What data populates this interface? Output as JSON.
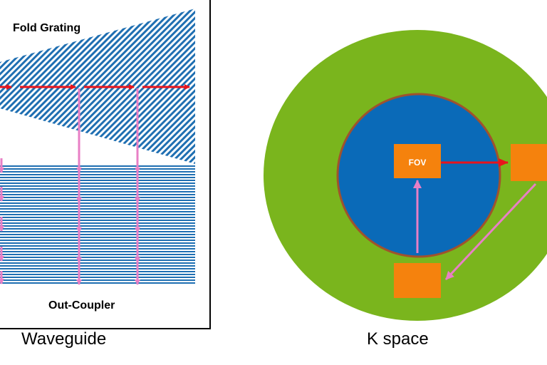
{
  "waveguide": {
    "fold_grating_label": "Fold Grating",
    "out_coupler_label": "Out-Coupler",
    "caption": "Waveguide"
  },
  "kspace": {
    "fov_label": "FOV",
    "caption": "K space"
  },
  "colors": {
    "grating_blue": "#1f6fb2",
    "propagation_arrow": "#e8141c",
    "extraction_arrow": "#e87fc6",
    "kspace_outer": "#7ab51d",
    "kspace_inner": "#0a6ab8",
    "kspace_inner_ring": "#a0522d",
    "kspace_box": "#f5820d"
  }
}
